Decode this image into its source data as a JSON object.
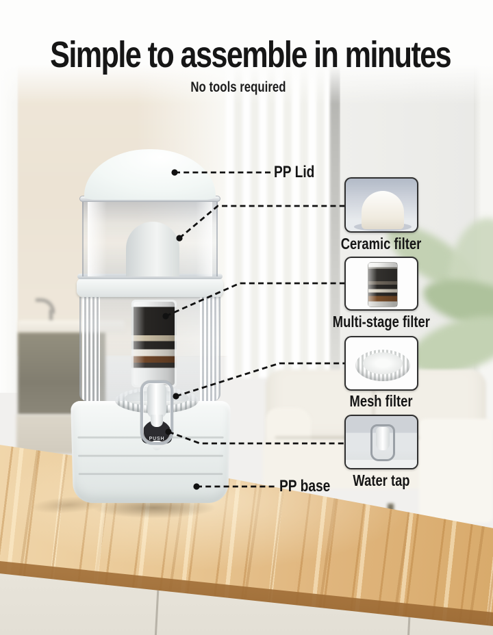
{
  "header": {
    "title": "Simple to assemble in minutes",
    "subtitle": "No tools required"
  },
  "callout_labels": {
    "pp_lid": "PP Lid",
    "pp_base": "PP base"
  },
  "thumbnails": [
    {
      "id": "ceramic-filter",
      "label": "Ceramic filter"
    },
    {
      "id": "multi-stage-filter",
      "label": "Multi-stage filter"
    },
    {
      "id": "mesh-filter",
      "label": "Mesh filter"
    },
    {
      "id": "water-tap",
      "label": "Water tap"
    }
  ],
  "product": {
    "tap_text": "PUSH"
  },
  "colors": {
    "text": "#151515",
    "callout_line": "#111111",
    "wood_counter": "#e2b87f",
    "plant_green": "#b4c6a2",
    "wall": "#f1f0ee",
    "couch": "#f2efe7"
  }
}
